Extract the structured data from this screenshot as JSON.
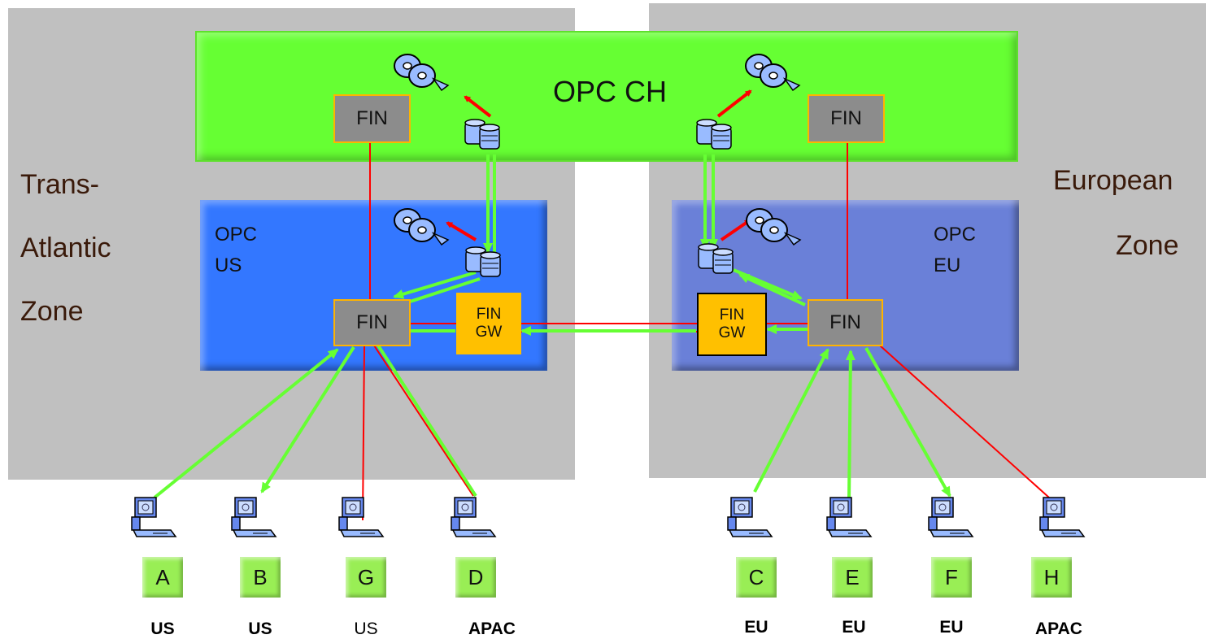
{
  "zones": {
    "trans_atlantic": {
      "line1": "Trans-",
      "line2": "Atlantic",
      "line3": "Zone"
    },
    "european": {
      "line1": "European",
      "line2": "Zone"
    }
  },
  "opc_ch": {
    "title": "OPC CH",
    "fin_left": "FIN",
    "fin_right": "FIN"
  },
  "opc_us": {
    "line1": "OPC",
    "line2": "US",
    "fin": "FIN",
    "gw_line1": "FIN",
    "gw_line2": "GW"
  },
  "opc_eu": {
    "line1": "OPC",
    "line2": "EU",
    "fin": "FIN",
    "gw_line1": "FIN",
    "gw_line2": "GW"
  },
  "clients": [
    {
      "letter": "A",
      "region": "US"
    },
    {
      "letter": "B",
      "region": "US"
    },
    {
      "letter": "G",
      "region": "US"
    },
    {
      "letter": "D",
      "region": "APAC"
    },
    {
      "letter": "C",
      "region": "EU"
    },
    {
      "letter": "E",
      "region": "EU"
    },
    {
      "letter": "F",
      "region": "EU"
    },
    {
      "letter": "H",
      "region": "APAC"
    }
  ],
  "colors": {
    "zone_bg": "#c0c0c0",
    "opc_ch": "#66ff33",
    "opc_us": "#3377ff",
    "opc_eu": "#6a80d8",
    "fin": "#8c8c8c",
    "fin_gw": "#ffc000",
    "link_red": "#ff0000",
    "flow_green": "#66ff33"
  },
  "icons": [
    "disk-archive-icon",
    "database-icon",
    "computer-terminal-icon"
  ]
}
